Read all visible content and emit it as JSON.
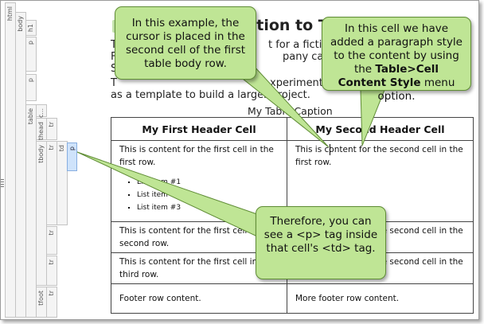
{
  "tag_bars": {
    "html": "html",
    "body": "body",
    "h1": "h1",
    "p1": "p",
    "p2": "p",
    "table": "table",
    "caption": "c...",
    "thead": "thead",
    "tr_head": "tr",
    "tbody": "tbody",
    "tr_body1": "tr",
    "td": "td",
    "p_cell": "p",
    "tr_body2": "tr",
    "tr_body3": "tr",
    "tfoot": "tfoot",
    "tr_foot": "tr"
  },
  "document": {
    "heading_start": "",
    "heading_end": "ction to T",
    "line1_start": "T",
    "line1_end": "t for a fictio",
    "line2_start": "F",
    "line2_end": "pany calle",
    "line3_start": "S",
    "line4_start": "T",
    "line4_mid": "xperiment w",
    "line5": "as a template to build a larger project."
  },
  "table": {
    "caption": "My Table Caption",
    "headers": [
      "My First Header Cell",
      "My Second Header Cell"
    ],
    "row1_cell1": "This is content for the first cell in the first row.",
    "list_items": [
      "List item #1",
      "List item #2",
      "List item #3"
    ],
    "row1_cell2": "This is content for the second cell in the first row.",
    "row2_cell1": "This is content for the first cell in the second row.",
    "row2_cell2": "This is content for the second cell in the second row.",
    "row3_cell1": "This is content for the first cell in the third row.",
    "row3_cell2": "This is content for the second cell in the third row.",
    "footer_cell1": "Footer row content.",
    "footer_cell2": "More footer row content."
  },
  "callouts": {
    "left": "In this example, the cursor is placed in the second cell of the first table body row.",
    "right_pre": "In this cell we have added a paragraph style to the content by using the ",
    "right_bold": "Table>Cell Content Style",
    "right_post": " menu option.",
    "bottom": "Therefore, you can see a <p> tag inside that cell's <td> tag."
  },
  "colors": {
    "callout_fill": "#bfe595",
    "callout_border": "#5f8c35",
    "tag_highlight": "#cfe3fb"
  }
}
